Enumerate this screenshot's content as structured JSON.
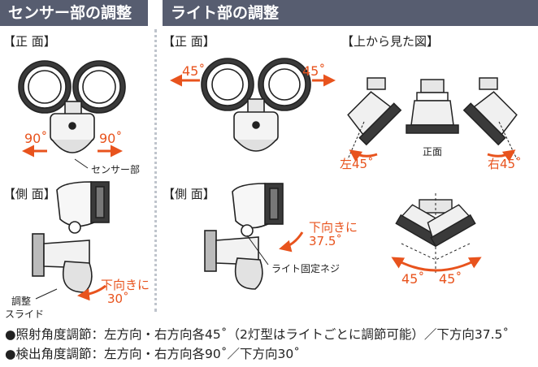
{
  "sensor_section": {
    "title": "センサー部の調整",
    "front_label": "【正 面】",
    "side_label": "【側 面】",
    "angle_left": "90˚",
    "angle_right": "90˚",
    "sensor_callout": "センサー部",
    "down_angle_line1": "下向きに",
    "down_angle_line2": "30˚",
    "slide_callout_line1": "調整",
    "slide_callout_line2": "スライド"
  },
  "light_section": {
    "title": "ライト部の調整",
    "front_label": "【正 面】",
    "side_label": "【側 面】",
    "top_view_label": "【上から見た図】",
    "angle_left": "45˚",
    "angle_right": "45˚",
    "top_center_label": "正面",
    "top_left_label": "左45˚",
    "top_right_label": "右45˚",
    "down_angle_line1": "下向きに",
    "down_angle_line2": "37.5˚",
    "screw_callout": "ライト固定ネジ",
    "bottom_angle_left": "45˚",
    "bottom_angle_right": "45˚"
  },
  "notes": [
    "●照射角度調節：左方向・右方向各45˚（2灯型はライトごとに調節可能）／下方向37.5˚",
    "●検出角度調節：左方向・右方向各90˚／下方向30˚"
  ],
  "colors": {
    "header_bg": "#575d70",
    "accent": "#e8531d",
    "divider": "#bfc4cc"
  }
}
